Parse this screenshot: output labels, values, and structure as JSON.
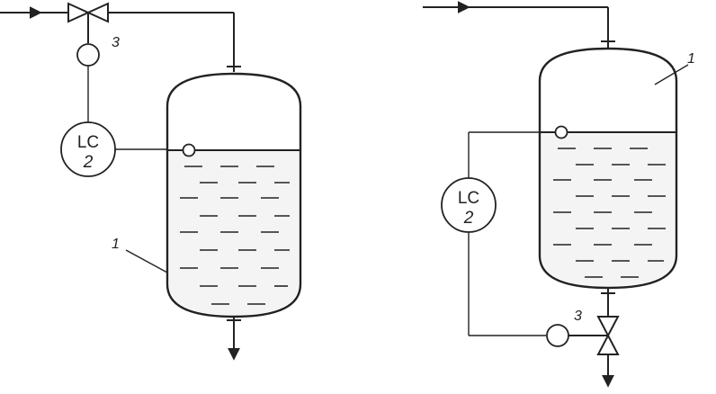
{
  "left": {
    "controller": {
      "top": "LC",
      "bottom": "2"
    },
    "valve_label": "3",
    "vessel_label": "1"
  },
  "right": {
    "controller": {
      "top": "LC",
      "bottom": "2"
    },
    "valve_label": "3",
    "vessel_label": "1"
  },
  "colors": {
    "ink": "#222222",
    "liquid": "#f4f4f4",
    "background": "#ffffff"
  }
}
